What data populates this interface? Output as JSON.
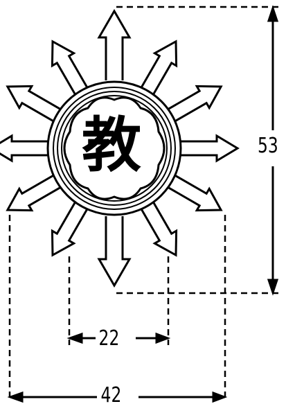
{
  "badge": {
    "character": "教"
  },
  "dimensions": {
    "height_label": "53",
    "inner_width_label": "22",
    "outer_width_label": "42"
  },
  "colors": {
    "ink": "#000000",
    "paper": "#ffffff"
  }
}
